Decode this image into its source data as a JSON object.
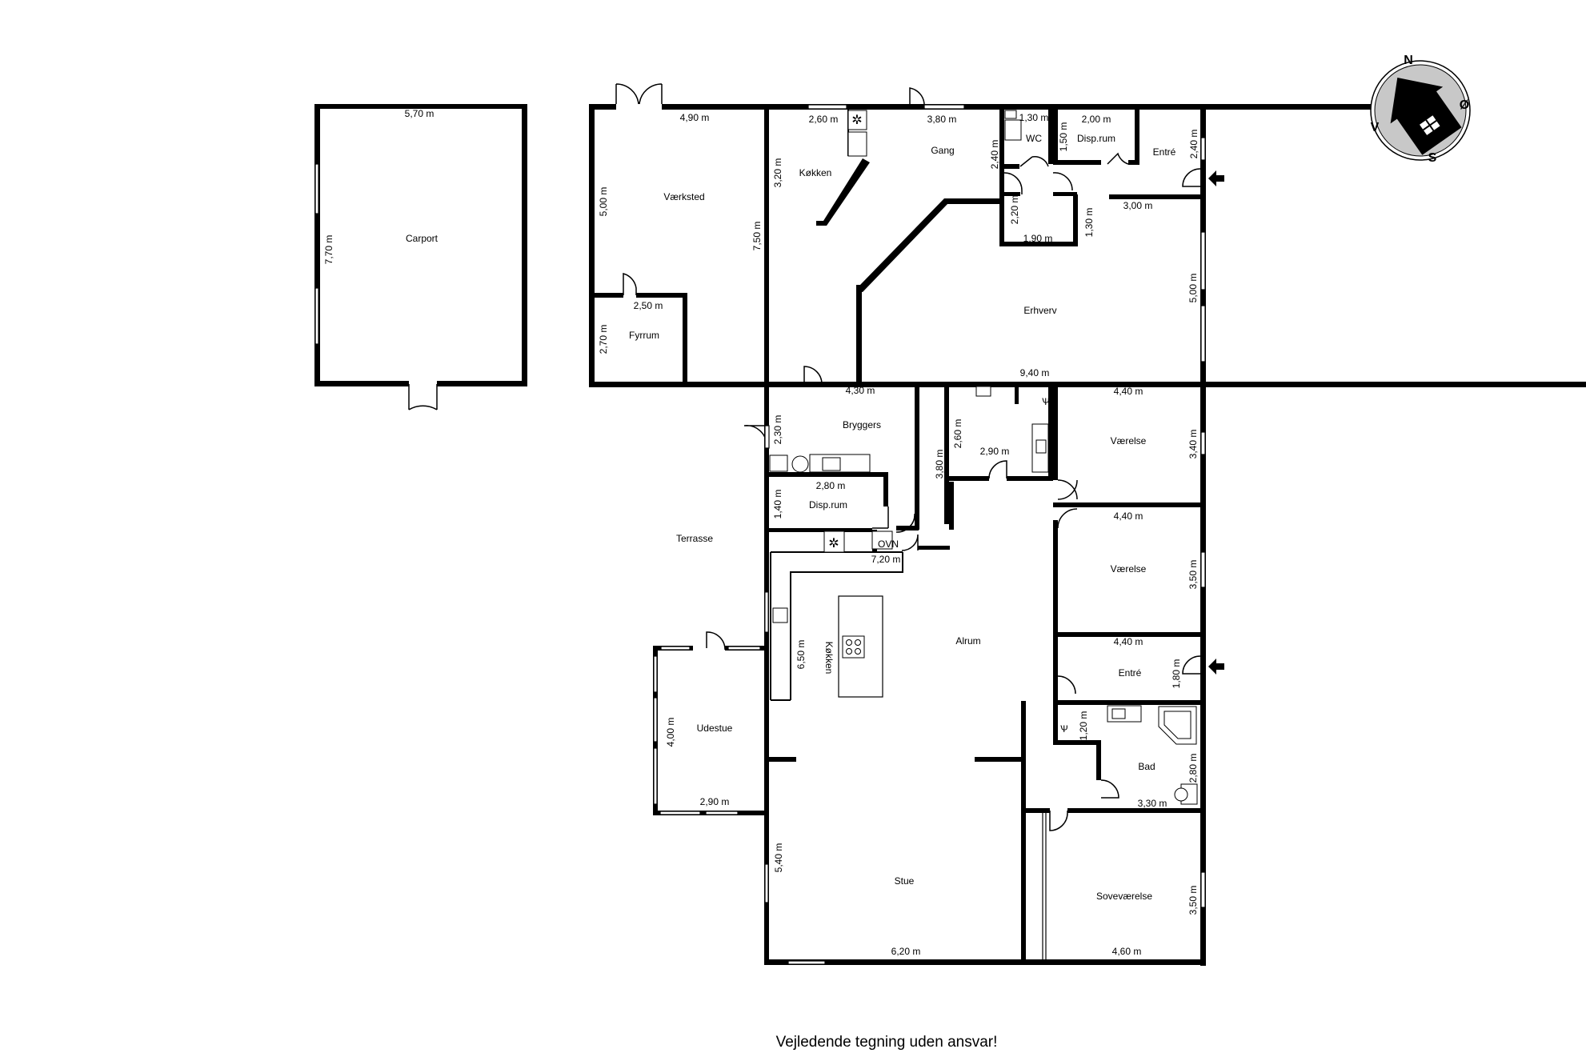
{
  "rooms": {
    "carport": "Carport",
    "vaerksted": "Værksted",
    "fyrrum": "Fyrrum",
    "koekken_top": "Køkken",
    "gang": "Gang",
    "wc": "WC",
    "disprum_top": "Disp.rum",
    "entre_top": "Entré",
    "erhverv": "Erhverv",
    "bryggers": "Bryggers",
    "disprum_mid": "Disp.rum",
    "terrasse": "Terrasse",
    "vaerelse1": "Værelse",
    "vaerelse2": "Værelse",
    "entre_mid": "Entré",
    "alrum": "Alrum",
    "koekken_mid": "Køkken",
    "udestue": "Udestue",
    "bad": "Bad",
    "stue": "Stue",
    "sovevaerelse": "Soveværelse",
    "ovn": "OVN"
  },
  "dims": {
    "carport_w": "5,70 m",
    "carport_h": "7,70 m",
    "vaerksted_w": "4,90 m",
    "vaerksted_h": "5,00 m",
    "vaerksted_h2": "7,50 m",
    "fyrrum_w": "2,50 m",
    "fyrrum_h": "2,70 m",
    "koekken_w": "2,60 m",
    "koekken_h": "3,20 m",
    "gang_w": "3,80 m",
    "wc_w": "1,30 m",
    "wc_h": "2,40 m",
    "disprum_w": "2,00 m",
    "disprum_h": "1,50 m",
    "entre_h": "2,40 m",
    "hall_h": "2,20 m",
    "hall_w": "1,90 m",
    "hall_h2": "1,30 m",
    "erhverv_w1": "3,00 m",
    "erhverv_h": "5,00 m",
    "erhverv_w2": "9,40 m",
    "bryggers_w": "4,30 m",
    "bryggers_h": "2,30 m",
    "bryggers_h2": "3,80 m",
    "bath_h": "2,60 m",
    "bath_w": "2,90 m",
    "disprum2_w": "2,80 m",
    "disprum2_h": "1,40 m",
    "kitchen_w": "7,20 m",
    "kitchen_h": "6,50 m",
    "vaer1_w": "4,40 m",
    "vaer1_h": "3,40 m",
    "vaer2_w": "4,40 m",
    "vaer2_h": "3,50 m",
    "entre2_w": "4,40 m",
    "entre2_h": "1,80 m",
    "bad_h1": "1,20 m",
    "bad_h2": "2,80 m",
    "bad_w": "3,30 m",
    "udestue_h": "4,00 m",
    "udestue_w": "2,90 m",
    "stue_h": "5,40 m",
    "stue_w": "6,20 m",
    "sove_w": "4,60 m",
    "sove_h": "3,50 m"
  },
  "compass": {
    "n": "N",
    "o": "Ø",
    "s": "S",
    "v": "V"
  },
  "disclaimer": "Vejledende tegning uden ansvar!"
}
